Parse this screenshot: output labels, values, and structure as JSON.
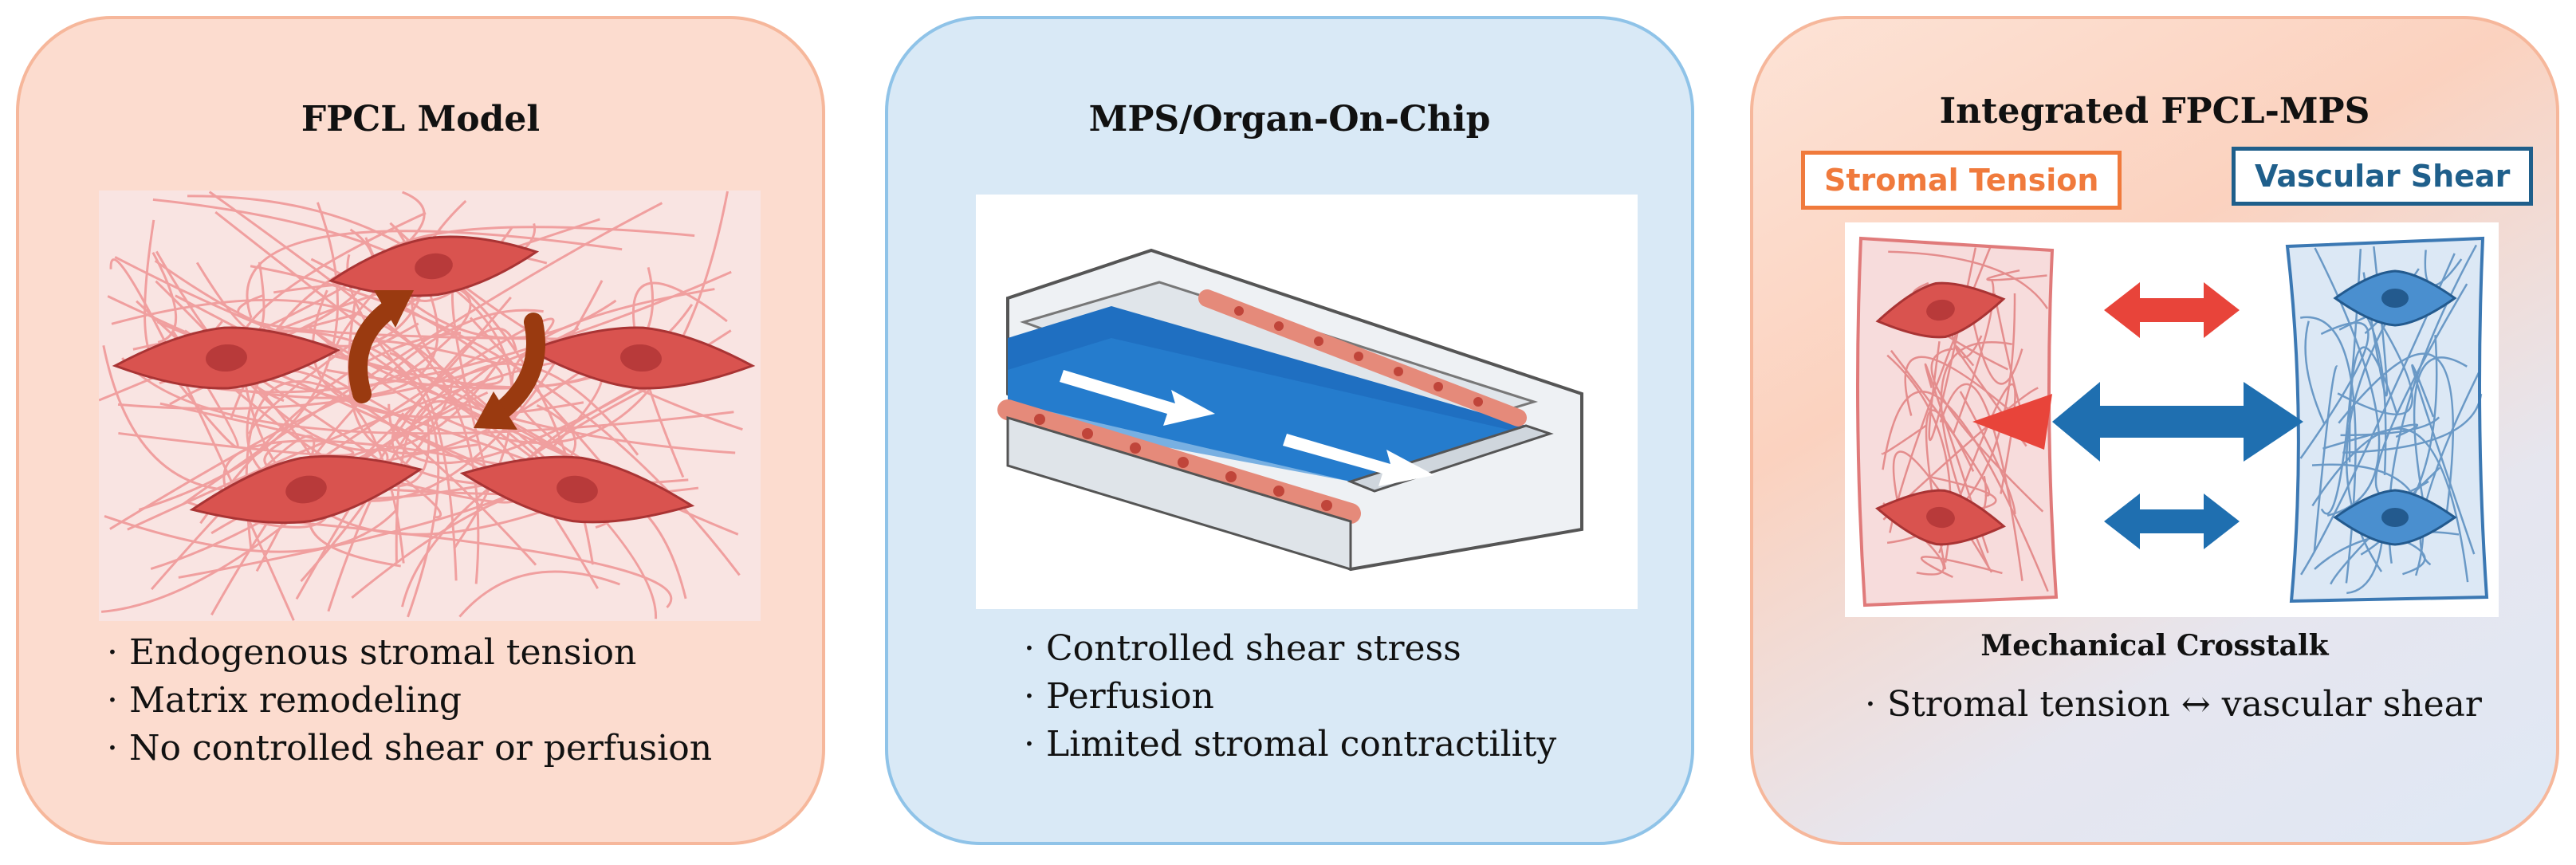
{
  "panels": [
    {
      "title": "FPCL Model",
      "bullets": [
        "Endogenous stromal tension",
        "Matrix remodeling",
        "No controlled shear or perfusion"
      ]
    },
    {
      "title": "MPS/Organ-On-Chip",
      "bullets": [
        "Controlled shear stress",
        "Perfusion",
        "Limited stromal contractility"
      ]
    },
    {
      "title": "Integrated FPCL-MPS",
      "tag_left": "Stromal Tension",
      "tag_right": "Vascular Shear",
      "caption": "Mechanical Crosstalk",
      "bullets": [
        "Stromal tension ↔ vascular shear"
      ]
    }
  ],
  "colors": {
    "panel1_fill": "#fcdccf",
    "panel2_fill": "#d9e9f6",
    "cell_red": "#d9534f",
    "fiber_pink": "#ef8f8f",
    "arrow_brown": "#9a3a10",
    "channel_blue": "#1f6fc1",
    "stromal_orange": "#f07a3c",
    "vascular_blue": "#1f5f8b"
  },
  "icons": [
    "cycle-arrows-icon",
    "flow-arrow-icon",
    "double-arrow-icon"
  ]
}
